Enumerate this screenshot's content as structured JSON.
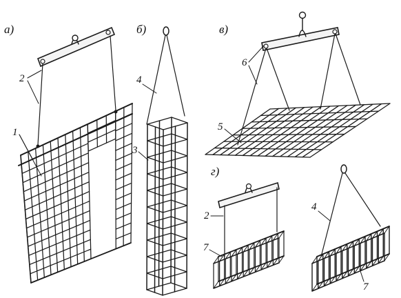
{
  "panels": {
    "a": "а)",
    "b": "б)",
    "v": "в)",
    "g": "г)"
  },
  "callouts": {
    "c1": "1",
    "c2": "2",
    "c3": "3",
    "c4": "4",
    "c5": "5",
    "c6": "6",
    "c7": "7"
  }
}
